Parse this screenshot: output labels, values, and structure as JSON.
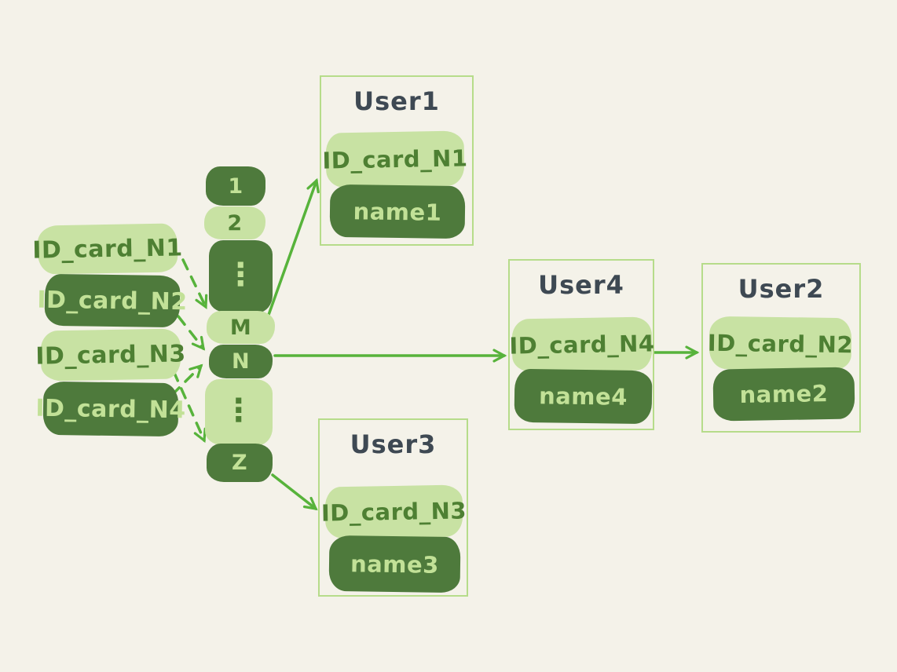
{
  "palette": {
    "background": "#f4f2e9",
    "pill_light_bg": "#c8e2a3",
    "pill_light_text": "#4e8033",
    "pill_dark_bg": "#4e7a3c",
    "pill_dark_text": "#c2e197",
    "arrow_green": "#57b33b",
    "user_box_border": "#b6dc8a",
    "user_title_text": "#3e4953"
  },
  "id_cards": [
    {
      "label": "ID_card_N1",
      "variant": "light"
    },
    {
      "label": "ID_card_N2",
      "variant": "dark"
    },
    {
      "label": "ID_card_N3",
      "variant": "light"
    },
    {
      "label": "ID_card_N4",
      "variant": "dark"
    }
  ],
  "buckets": [
    {
      "label": "1",
      "variant": "dark"
    },
    {
      "label": "2",
      "variant": "light"
    },
    {
      "label": "⋮",
      "variant": "dark"
    },
    {
      "label": "M",
      "variant": "light"
    },
    {
      "label": "N",
      "variant": "dark"
    },
    {
      "label": "⋮",
      "variant": "light"
    },
    {
      "label": "Z",
      "variant": "dark"
    }
  ],
  "users": {
    "user1": {
      "title": "User1",
      "id_card": "ID_card_N1",
      "name": "name1"
    },
    "user2": {
      "title": "User2",
      "id_card": "ID_card_N2",
      "name": "name2"
    },
    "user3": {
      "title": "User3",
      "id_card": "ID_card_N3",
      "name": "name3"
    },
    "user4": {
      "title": "User4",
      "id_card": "ID_card_N4",
      "name": "name4"
    }
  },
  "edges": [
    {
      "from": "ID_card_N1",
      "to": "bucket-M",
      "style": "dashed"
    },
    {
      "from": "ID_card_N2",
      "to": "bucket-N",
      "style": "dashed"
    },
    {
      "from": "ID_card_N3",
      "to": "bucket-Z",
      "style": "dashed"
    },
    {
      "from": "ID_card_N4",
      "to": "bucket-N",
      "style": "dashed"
    },
    {
      "from": "bucket-M",
      "to": "User1",
      "style": "solid"
    },
    {
      "from": "bucket-N",
      "to": "User4",
      "style": "solid"
    },
    {
      "from": "bucket-Z",
      "to": "User3",
      "style": "solid"
    },
    {
      "from": "User4",
      "to": "User2",
      "style": "solid"
    }
  ]
}
